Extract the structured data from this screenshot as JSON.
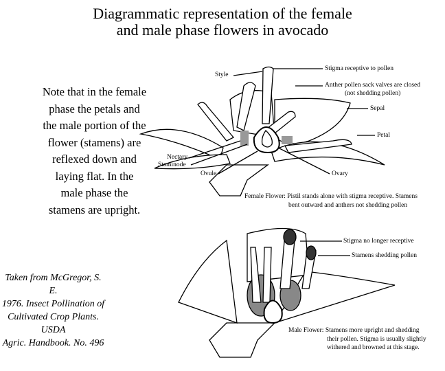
{
  "title": [
    "Diagrammatic representation of the female",
    "and male phase flowers in avocado"
  ],
  "note": [
    "Note that in the female",
    "phase the petals and",
    "the male portion of the",
    "flower (stamens) are",
    "reflexed down and",
    "laying flat.  In the",
    "male phase the",
    "stamens are upright."
  ],
  "citation": [
    "Taken from McGregor, S. E.",
    "1976.  Insect Pollination of",
    "Cultivated Crop Plants.  USDA",
    "Agric. Handbook. No. 496"
  ],
  "female": {
    "labels": {
      "style": "Style",
      "stigma": "Stigma receptive to pollen",
      "anther": "Anther pollen sack valves are closed",
      "anther_note": "(not shedding pollen)",
      "sepal": "Sepal",
      "petal": "Petal",
      "nectary": "Nectary",
      "staminode": "Staminode",
      "ovule": "Ovule",
      "ovary": "Ovary"
    },
    "caption_lead": "Female Flower:",
    "caption": [
      "Pistil stands alone with stigma receptive. Stamens",
      "bent outward and anthers not shedding pollen"
    ]
  },
  "male": {
    "labels": {
      "stigma": "Stigma no longer receptive",
      "stamens": "Stamens shedding pollen"
    },
    "caption_lead": "Male Flower:",
    "caption": [
      "Stamens more upright and shedding",
      "their pollen. Stigma is usually slightly",
      "withered and browned at this stage."
    ]
  }
}
